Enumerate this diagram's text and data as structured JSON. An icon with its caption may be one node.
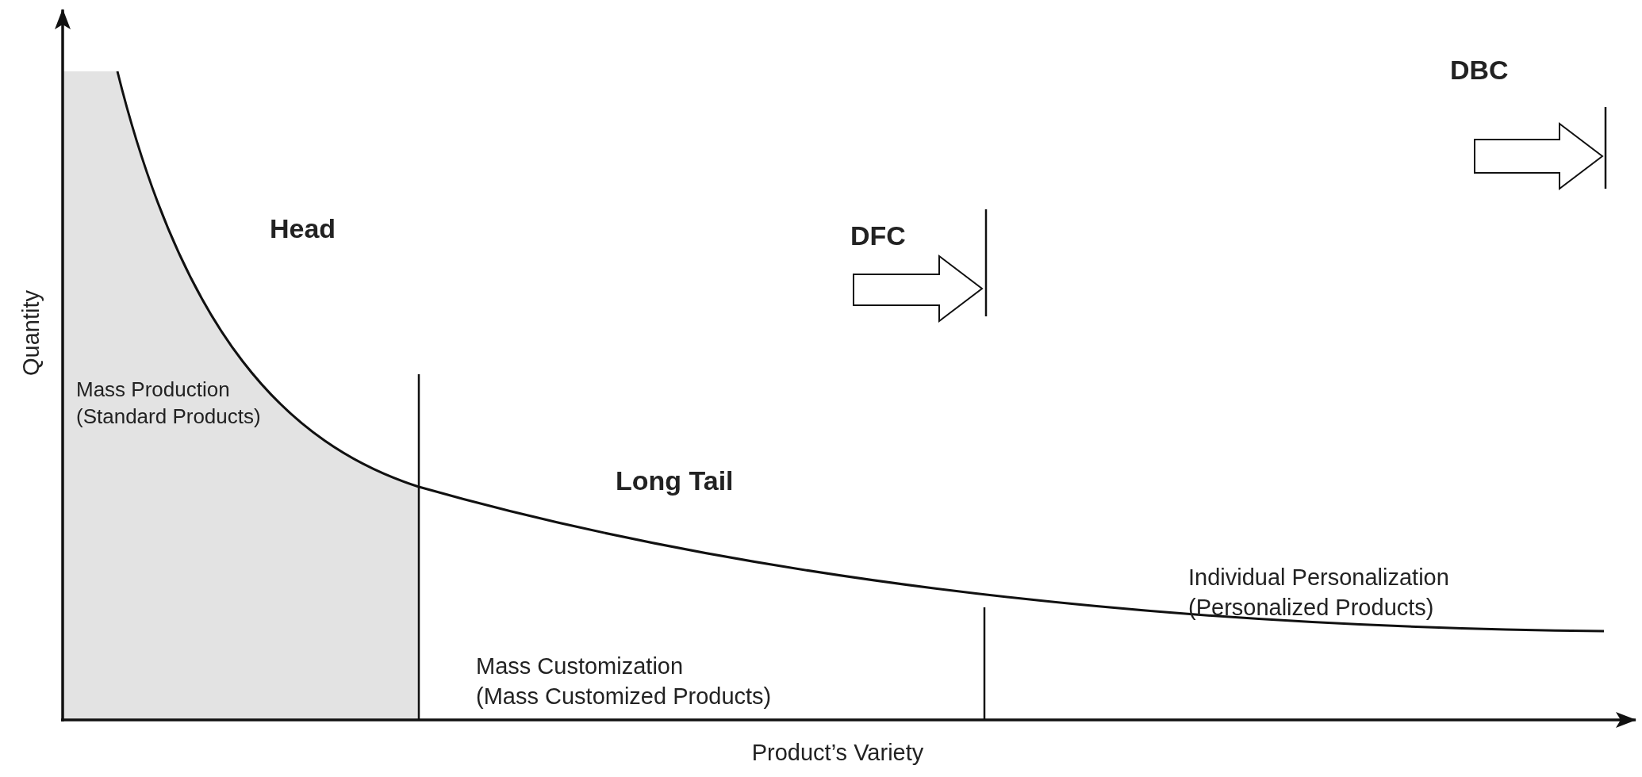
{
  "diagram": {
    "labels": [
      "DBC",
      "Head",
      "DFC",
      "Long Tail",
      "Mass Production (Standard Products)",
      "Individual Personalization (Personalized Products)",
      "Mass Customization (Mass Customized Products)",
      "Quantity",
      "Product’s Variety"
    ]
  }
}
